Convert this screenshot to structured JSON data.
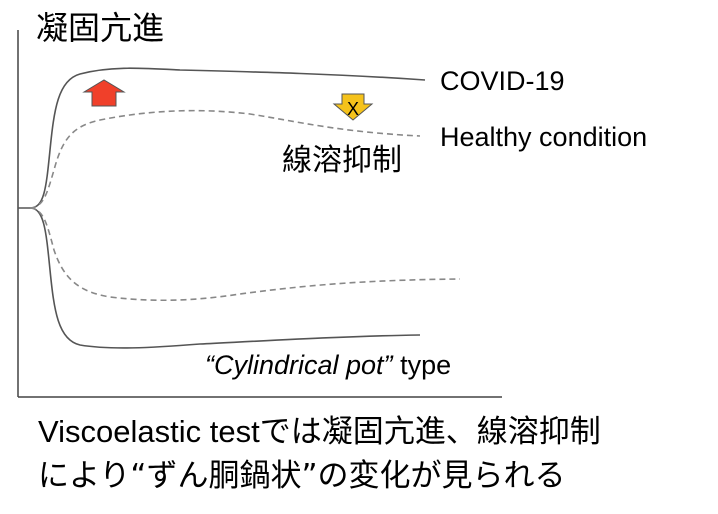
{
  "title": "凝固亢進",
  "labels": {
    "covid": "COVID-19",
    "healthy": "Healthy condition",
    "fibrinolysis": "線溶抑制",
    "pot_quote": "“Cylindrical pot”",
    "pot_type": " type"
  },
  "markers": {
    "down_arrow_mark": "X"
  },
  "caption": {
    "line1_en": "Viscoelastic test",
    "line1_ja": "では凝固亢進、線溶抑制",
    "line2": "により“ずん胴鍋状”の変化が見られる"
  },
  "colors": {
    "up_arrow": "#f0402a",
    "down_arrow": "#f5c21b",
    "covid_line": "#555555",
    "healthy_line": "#888888"
  }
}
